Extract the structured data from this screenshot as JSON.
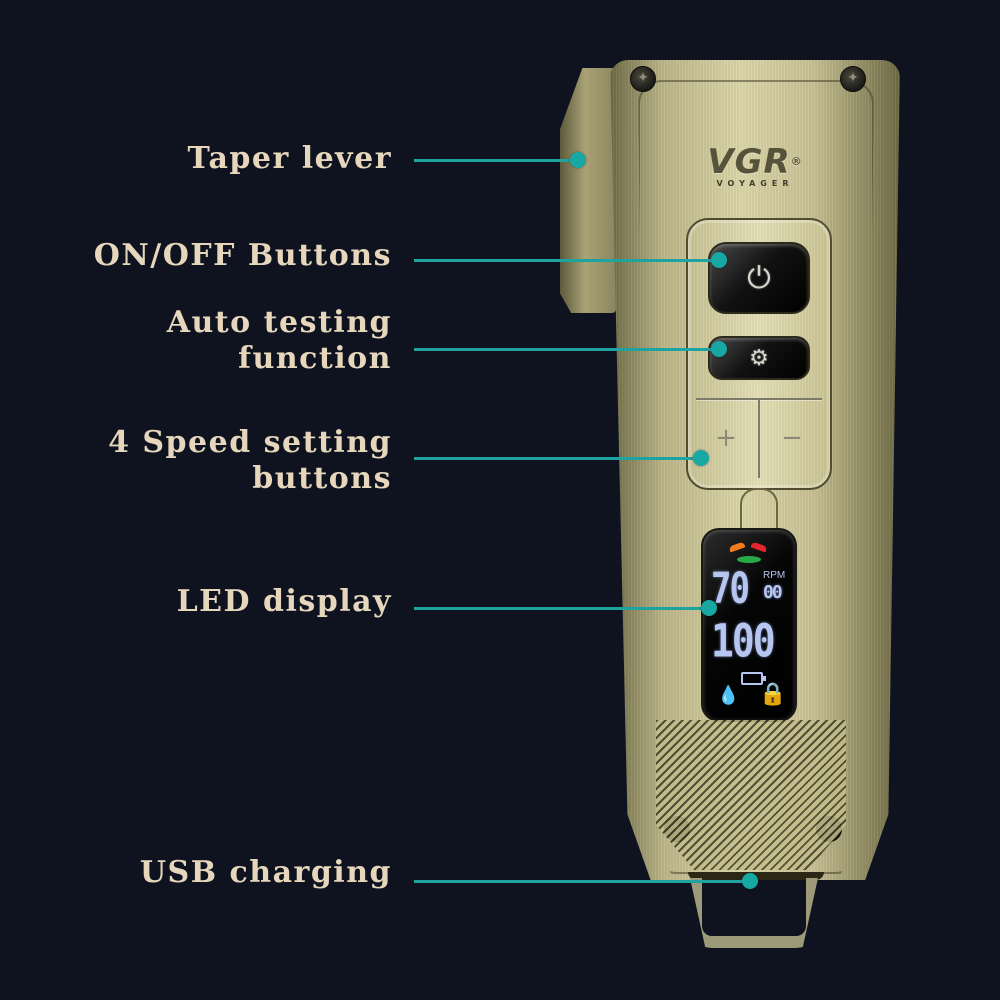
{
  "product": {
    "brand_logo": "VGR",
    "brand_logo_sub": "VOYAGER",
    "registered_mark": "®"
  },
  "callouts": [
    {
      "id": "taper-lever",
      "label_line1": "Taper lever",
      "label_line2": ""
    },
    {
      "id": "on-off-buttons",
      "label_line1": "ON/OFF Buttons",
      "label_line2": ""
    },
    {
      "id": "auto-testing",
      "label_line1": "Auto testing",
      "label_line2": "function"
    },
    {
      "id": "speed-setting",
      "label_line1": "4 Speed setting",
      "label_line2": "buttons"
    },
    {
      "id": "led-display",
      "label_line1": "LED display",
      "label_line2": ""
    },
    {
      "id": "usb-charging",
      "label_line1": "USB charging",
      "label_line2": ""
    }
  ],
  "led_display": {
    "top_digits": "70",
    "rpm_label": "RPM",
    "rpm_small_digits": "00",
    "bottom_digits": "100",
    "indicator_colors": {
      "orange": "#f27a20",
      "red": "#e3262b",
      "green": "#27a947"
    },
    "icons": [
      "battery-icon",
      "oil-icon",
      "lock-icon"
    ]
  },
  "buttons": {
    "power_icon": "⏻",
    "auto_icon": "⚙",
    "plus_icon": "+",
    "minus_icon": "−"
  },
  "icons": {
    "oil": "💧",
    "lock": "🔒"
  },
  "colors": {
    "background": "#0f1320",
    "label_text": "#e6d6bb",
    "connector": "#1ea3a0",
    "lcd_segments": "#b7c6f0"
  }
}
